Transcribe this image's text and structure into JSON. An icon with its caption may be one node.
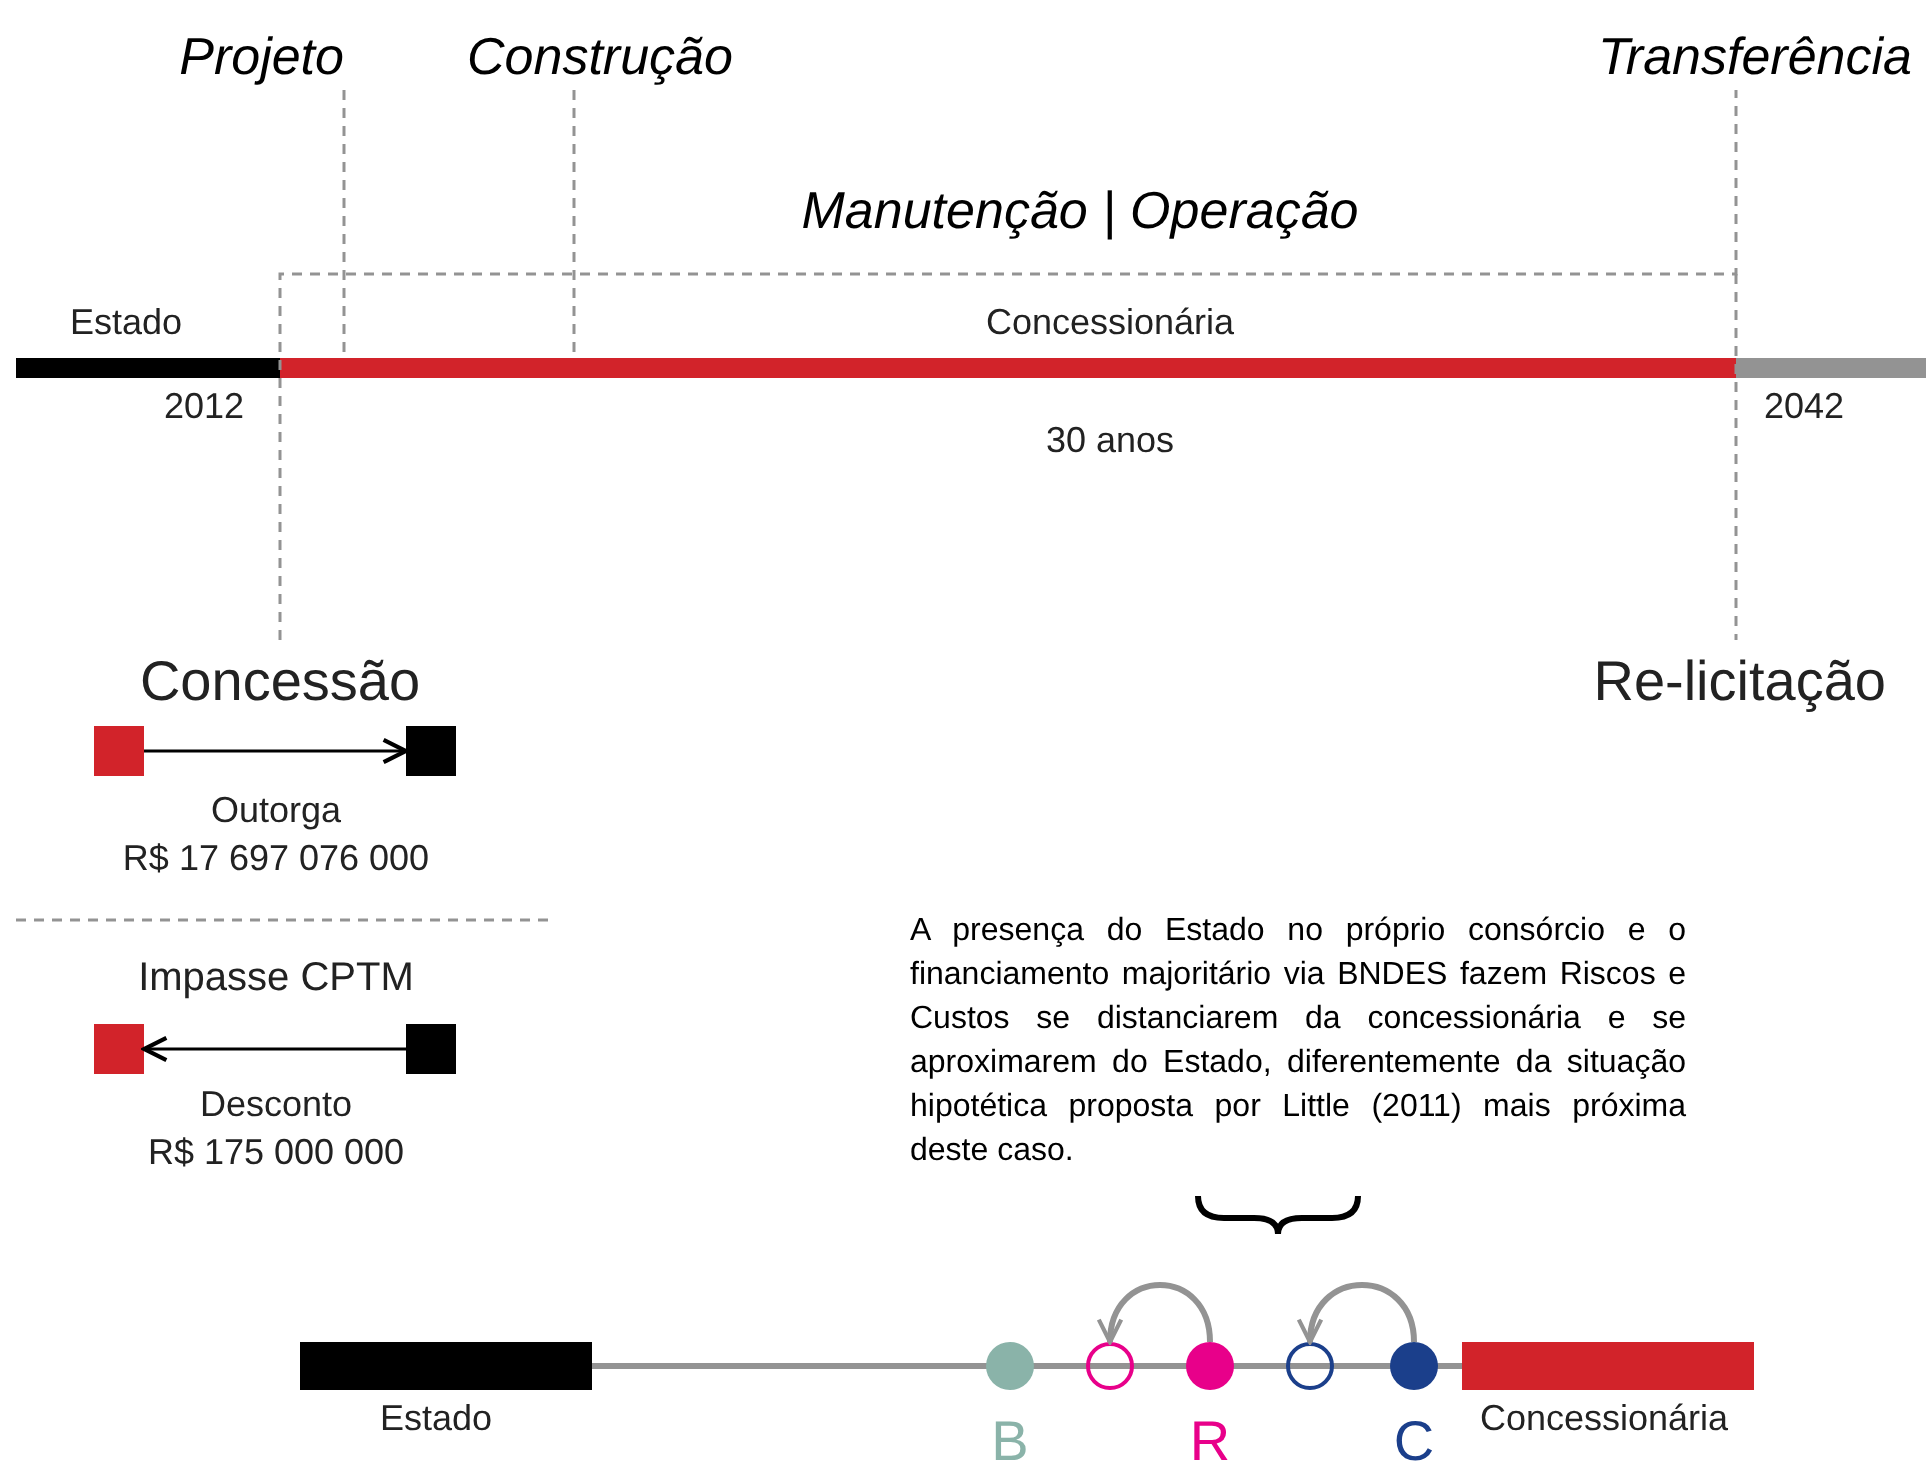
{
  "diagram": {
    "nodes": [
      {
        "text": [],
        "shape": "box"
      },
      {
        "text": [],
        "shape": "box"
      },
      {
        "text": [],
        "shape": "box"
      },
      {
        "text": [],
        "shape": "box"
      },
      {
        "text": [],
        "shape": "bar",
        "beside": [
          "Estado"
        ]
      },
      {
        "text": [],
        "shape": "circle",
        "beside": [
          "B"
        ]
      },
      {
        "text": [],
        "shape": "circle"
      },
      {
        "text": [],
        "shape": "circle",
        "beside": [
          "R"
        ]
      },
      {
        "text": [],
        "shape": "circle"
      },
      {
        "text": [],
        "shape": "circle",
        "beside": [
          "C"
        ]
      },
      {
        "text": [],
        "shape": "bar",
        "beside": [
          "Concessionária"
        ]
      }
    ],
    "edges": [
      {
        "from": 0,
        "to": 1,
        "arrow": "to"
      },
      {
        "from": 3,
        "to": 2,
        "arrow": "to"
      },
      {
        "from": 7,
        "to": 6,
        "arrow": "to",
        "style": "thick",
        "color": "#939393"
      },
      {
        "from": 9,
        "to": 8,
        "arrow": "to",
        "style": "thick",
        "color": "#939393"
      }
    ],
    "labels": [
      "Projeto",
      "Construção",
      "Transferência",
      "Manutenção | Operação",
      "Estado",
      "Concessionária",
      "2012",
      "30 anos",
      "2042",
      "Concessão",
      "Re-licitação",
      "Outorga",
      "R$ 17 697 076 000",
      "Impasse CPTM",
      "Desconto",
      "R$ 175 000 000",
      "A presença do Estado no próprio consórcio e o financiamento majoritário via BNDES fazem Riscos e Custos se distanciarem da concessionária e se aproximarem do Estado, diferentemente da situação hipotética proposta por Little (2011) mais próxima deste caso."
    ]
  }
}
